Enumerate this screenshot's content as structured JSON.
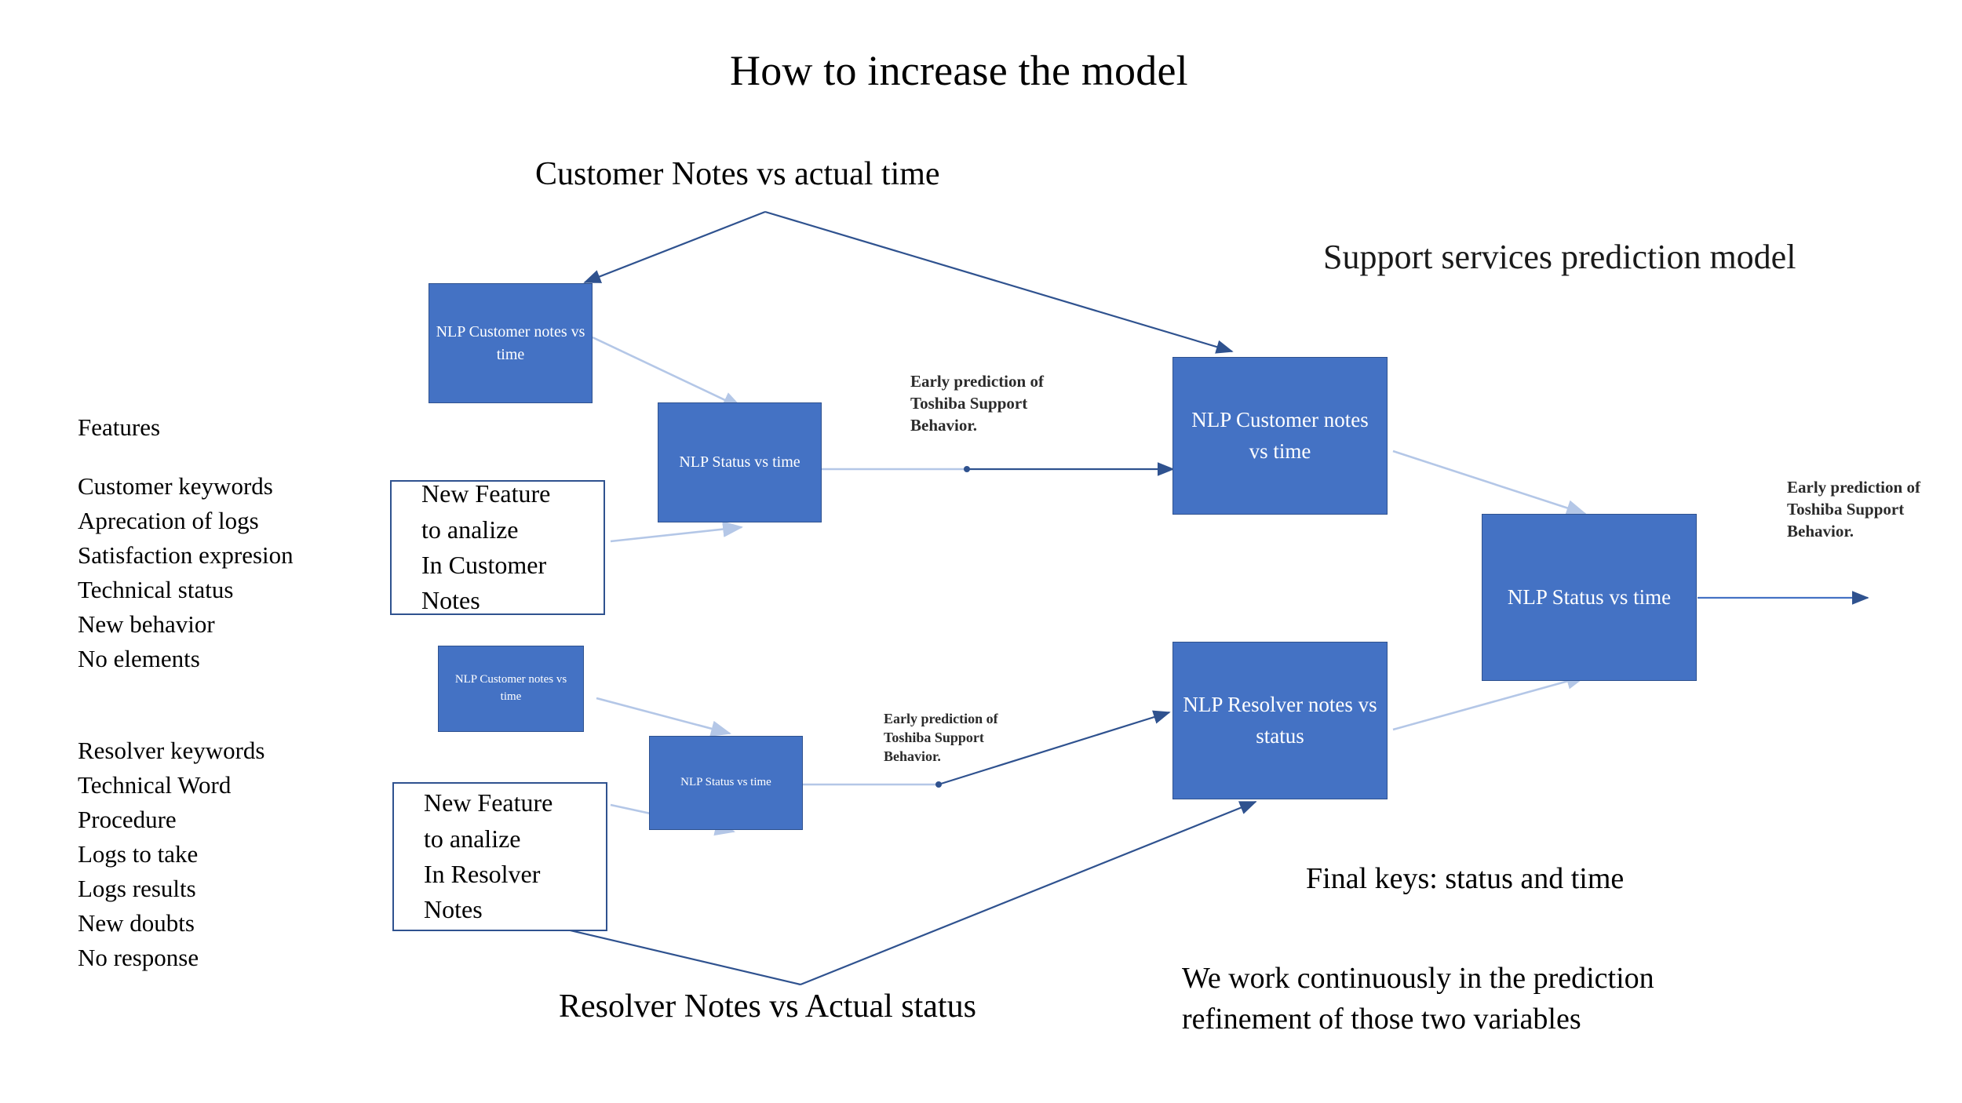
{
  "slide": {
    "title": "How to increase the model",
    "left_section_title": "Customer Notes vs actual time",
    "bottom_section_title": "Resolver Notes vs Actual status",
    "right_section_title": "Support services prediction model",
    "final_keys_note": "Final keys: status and time",
    "closing_note_line1": "We work continuously  in the prediction",
    "closing_note_line2": "refinement of those two variables"
  },
  "features": {
    "heading": "Features",
    "customer_group": [
      "Customer keywords",
      "Aprecation of logs",
      "Satisfaction expresion",
      "Technical status",
      "New behavior",
      "No elements"
    ],
    "resolver_group": [
      "Resolver keywords",
      "Technical Word",
      "Procedure",
      "Logs to take",
      "Logs results",
      "New doubts",
      "No response"
    ]
  },
  "boxes": {
    "left_customer_notes": "NLP Customer notes vs time",
    "left_status_time": "NLP Status vs time",
    "left_customer_notes_2": "NLP Customer notes vs time",
    "left_status_time_2": "NLP Status vs time",
    "new_feature_customer": [
      "New Feature",
      "to analize",
      "In Customer",
      "Notes"
    ],
    "new_feature_resolver": [
      "New Feature",
      "to analize",
      "In Resolver",
      "Notes"
    ],
    "model_customer_notes": "NLP Customer notes vs time",
    "model_resolver_notes": "NLP Resolver notes vs status",
    "model_status_time": "NLP Status vs time"
  },
  "annotations": {
    "early_prediction_top": [
      "Early prediction of",
      "Toshiba Support",
      "Behavior."
    ],
    "early_prediction_bottom": [
      "Early prediction of",
      "Toshiba Support",
      "Behavior."
    ],
    "early_prediction_right": [
      "Early prediction of",
      "Toshiba Support",
      "Behavior."
    ]
  },
  "colors": {
    "box_fill": "#4472C4",
    "box_stroke": "#2F528F",
    "connector_dark": "#2F528F",
    "connector_light": "#B4C7E7",
    "background": "#FFFFFF",
    "text": "#000000"
  }
}
